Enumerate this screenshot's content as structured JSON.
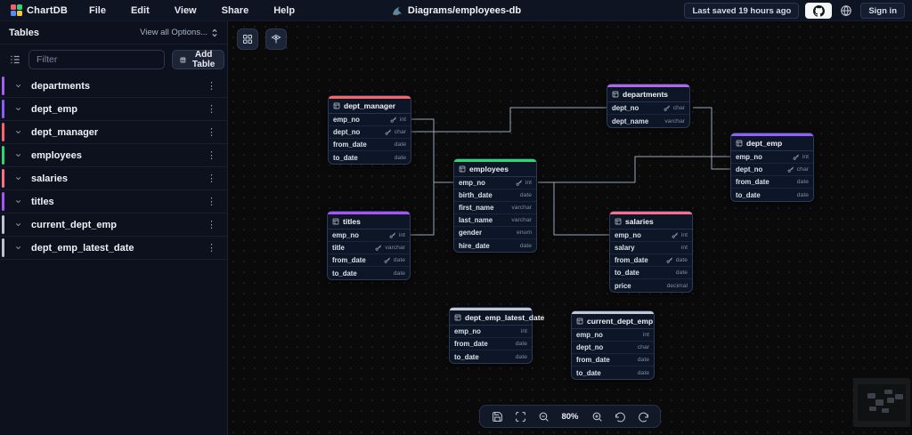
{
  "menubar": {
    "logo": "ChartDB",
    "menus": [
      "File",
      "Edit",
      "View",
      "Share",
      "Help"
    ],
    "title": "Diagrams/employees-db",
    "last_saved": "Last saved 19 hours ago",
    "sign_in": "Sign in"
  },
  "sidebar": {
    "header": "Tables",
    "view_options": "View all Options...",
    "filter_placeholder": "Filter",
    "add_table": "Add Table",
    "items": [
      {
        "name": "departments",
        "color": "#a85df2"
      },
      {
        "name": "dept_emp",
        "color": "#8b5cf6"
      },
      {
        "name": "dept_manager",
        "color": "#f76569"
      },
      {
        "name": "employees",
        "color": "#2fd671"
      },
      {
        "name": "salaries",
        "color": "#fb7185"
      },
      {
        "name": "titles",
        "color": "#a855f7"
      },
      {
        "name": "current_dept_emp",
        "color": "#bcc3cf"
      },
      {
        "name": "dept_emp_latest_date",
        "color": "#bcc3cf"
      }
    ]
  },
  "canvas": {
    "tables": [
      {
        "name": "dept_manager",
        "color": "#f76569",
        "fields": [
          {
            "name": "emp_no",
            "type": "int",
            "key": true
          },
          {
            "name": "dept_no",
            "type": "char",
            "key": true
          },
          {
            "name": "from_date",
            "type": "date",
            "key": false
          },
          {
            "name": "to_date",
            "type": "date",
            "key": false
          }
        ]
      },
      {
        "name": "departments",
        "color": "#b067e8",
        "fields": [
          {
            "name": "dept_no",
            "type": "char",
            "key": true
          },
          {
            "name": "dept_name",
            "type": "varchar",
            "key": false
          }
        ]
      },
      {
        "name": "dept_emp",
        "color": "#9061f9",
        "fields": [
          {
            "name": "emp_no",
            "type": "int",
            "key": true
          },
          {
            "name": "dept_no",
            "type": "char",
            "key": true
          },
          {
            "name": "from_date",
            "type": "date",
            "key": false
          },
          {
            "name": "to_date",
            "type": "date",
            "key": false
          }
        ]
      },
      {
        "name": "employees",
        "color": "#2fd671",
        "fields": [
          {
            "name": "emp_no",
            "type": "int",
            "key": true
          },
          {
            "name": "birth_date",
            "type": "date",
            "key": false
          },
          {
            "name": "first_name",
            "type": "varchar",
            "key": false
          },
          {
            "name": "last_name",
            "type": "varchar",
            "key": false
          },
          {
            "name": "gender",
            "type": "enum",
            "key": false
          },
          {
            "name": "hire_date",
            "type": "date",
            "key": false
          }
        ]
      },
      {
        "name": "titles",
        "color": "#a855f7",
        "fields": [
          {
            "name": "emp_no",
            "type": "int",
            "key": true
          },
          {
            "name": "title",
            "type": "varchar",
            "key": true
          },
          {
            "name": "from_date",
            "type": "date",
            "key": true
          },
          {
            "name": "to_date",
            "type": "date",
            "key": false
          }
        ]
      },
      {
        "name": "salaries",
        "color": "#fb6d8e",
        "fields": [
          {
            "name": "emp_no",
            "type": "int",
            "key": true
          },
          {
            "name": "salary",
            "type": "int",
            "key": false
          },
          {
            "name": "from_date",
            "type": "date",
            "key": true
          },
          {
            "name": "to_date",
            "type": "date",
            "key": false
          },
          {
            "name": "price",
            "type": "decimal",
            "key": false
          }
        ]
      },
      {
        "name": "dept_emp_latest_date",
        "color": "#c2c8d2",
        "fields": [
          {
            "name": "emp_no",
            "type": "int",
            "key": false
          },
          {
            "name": "from_date",
            "type": "date",
            "key": false
          },
          {
            "name": "to_date",
            "type": "date",
            "key": false
          }
        ]
      },
      {
        "name": "current_dept_emp",
        "color": "#c2c8d2",
        "fields": [
          {
            "name": "emp_no",
            "type": "int",
            "key": false
          },
          {
            "name": "dept_no",
            "type": "char",
            "key": false
          },
          {
            "name": "from_date",
            "type": "date",
            "key": false
          },
          {
            "name": "to_date",
            "type": "date",
            "key": false
          }
        ]
      }
    ],
    "edges": [
      {
        "from": "dept_manager.emp_no",
        "to": "employees.emp_no"
      },
      {
        "from": "titles.emp_no",
        "to": "employees.emp_no"
      },
      {
        "from": "dept_manager.dept_no",
        "to": "departments.dept_no"
      },
      {
        "from": "departments.dept_no",
        "to": "dept_emp.dept_no"
      },
      {
        "from": "employees.emp_no",
        "to": "dept_emp.emp_no"
      },
      {
        "from": "employees.emp_no",
        "to": "salaries.emp_no"
      }
    ]
  },
  "toolbar": {
    "zoom_level": "80%"
  }
}
